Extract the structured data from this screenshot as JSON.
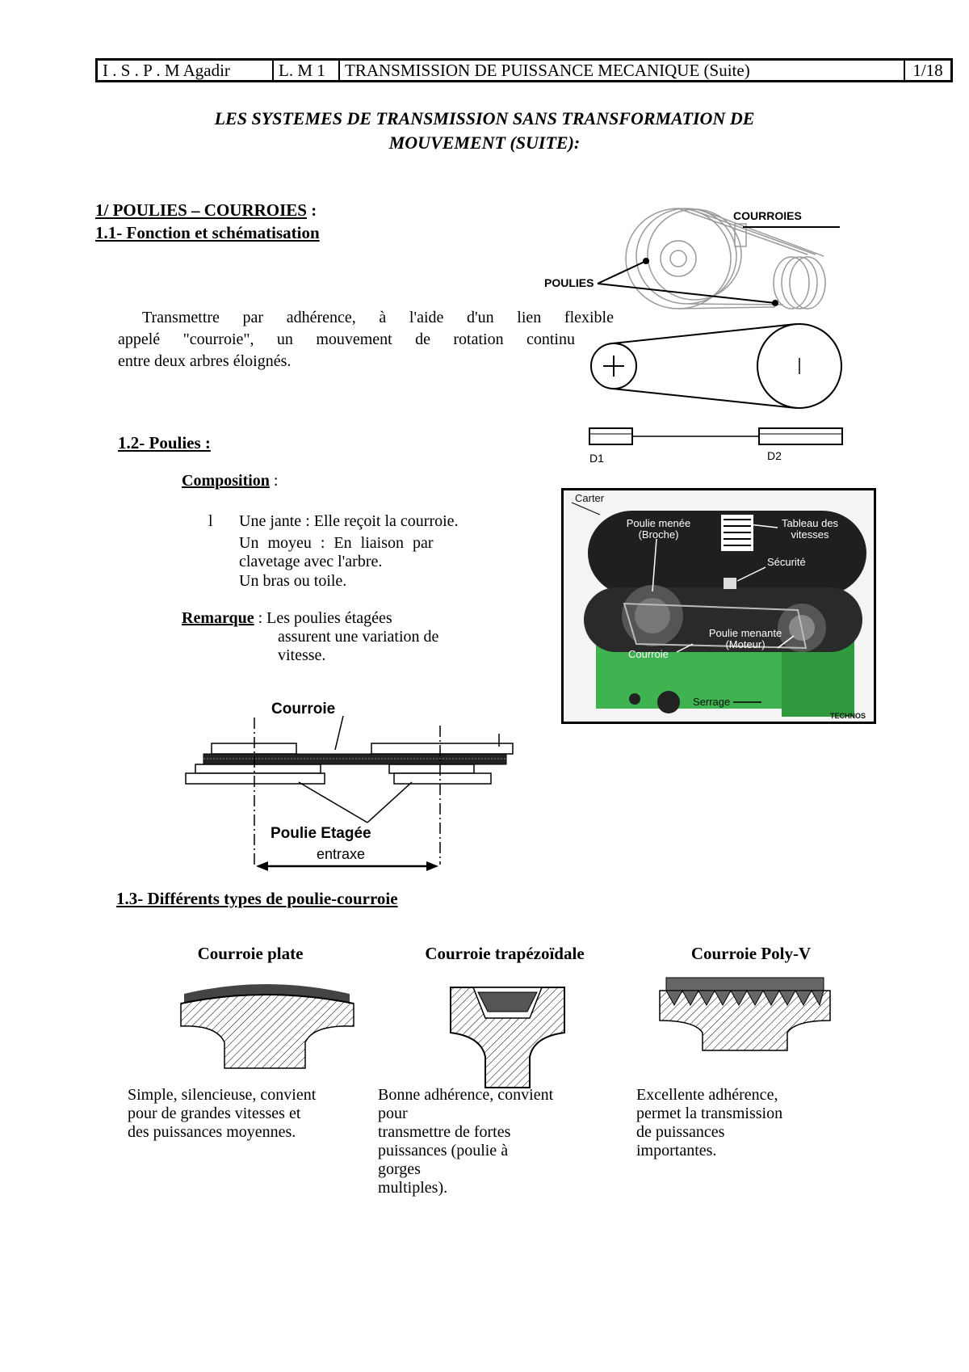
{
  "header": {
    "school": "I . S . P . M   Agadir",
    "level": "L. M 1",
    "course": "TRANSMISSION DE PUISSANCE MECANIQUE (Suite)",
    "page": "1/18"
  },
  "title": {
    "line1": "LES SYSTEMES DE TRANSMISSION SANS TRANSFORMATION DE",
    "line2": "MOUVEMENT (SUITE):"
  },
  "section1": {
    "heading": "1/ POULIES – COURROIES",
    "heading_suffix": " :",
    "sub1": "1.1- Fonction et schématisation",
    "function_line1": "Transmettre par adhérence, à l'aide d'un lien flexible",
    "function_line2": "appelé \"courroie\", un mouvement de rotation continu",
    "function_line3": "entre deux arbres éloignés."
  },
  "figure_top": {
    "courroies": "COURROIES",
    "poulies": "POULIES",
    "d1": "D1",
    "d2": "D2"
  },
  "section12": {
    "heading": "1.2- Poulies :",
    "composition_label": "Composition",
    "composition_suffix": " :",
    "bullet": "l",
    "item1": "Une jante : Elle reçoit la courroie.",
    "item2": "Un moyeu : En liaison par",
    "item2b": "clavetage avec l'arbre.",
    "item3": "Un bras ou toile.",
    "remark_label": "Remarque",
    "remark_line1": " : Les poulies étagées",
    "remark_line2": "assurent une variation de",
    "remark_line3": "vitesse."
  },
  "photo": {
    "carter": "Carter",
    "poulie_menee": "Poulie menée",
    "broche": "(Broche)",
    "tableau": "Tableau des",
    "vitesses": "vitesses",
    "securite": "Sécurité",
    "poulie_menante": "Poulie menante",
    "moteur": "(Moteur)",
    "courroie": "Courroie",
    "serrage": "Serrage",
    "technos": "TECHNOS"
  },
  "figure_stepped": {
    "courroie": "Courroie",
    "poulie_etagee": "Poulie Etagée",
    "entraxe": "entraxe"
  },
  "section13": {
    "heading": "1.3- Différents types de poulie-courroie",
    "types": [
      {
        "name": "Courroie plate",
        "desc": [
          "Simple, silencieuse, convient",
          "pour de grandes vitesses et",
          "des puissances moyennes."
        ]
      },
      {
        "name": "Courroie trapézoïdale",
        "desc": [
          "Bonne adhérence, convient",
          "pour",
          "transmettre de fortes",
          "puissances (poulie à",
          "gorges",
          "multiples)."
        ]
      },
      {
        "name": "Courroie Poly-V",
        "desc": [
          "Excellente adhérence,",
          "permet la transmission",
          "de puissances",
          "importantes."
        ]
      }
    ]
  }
}
